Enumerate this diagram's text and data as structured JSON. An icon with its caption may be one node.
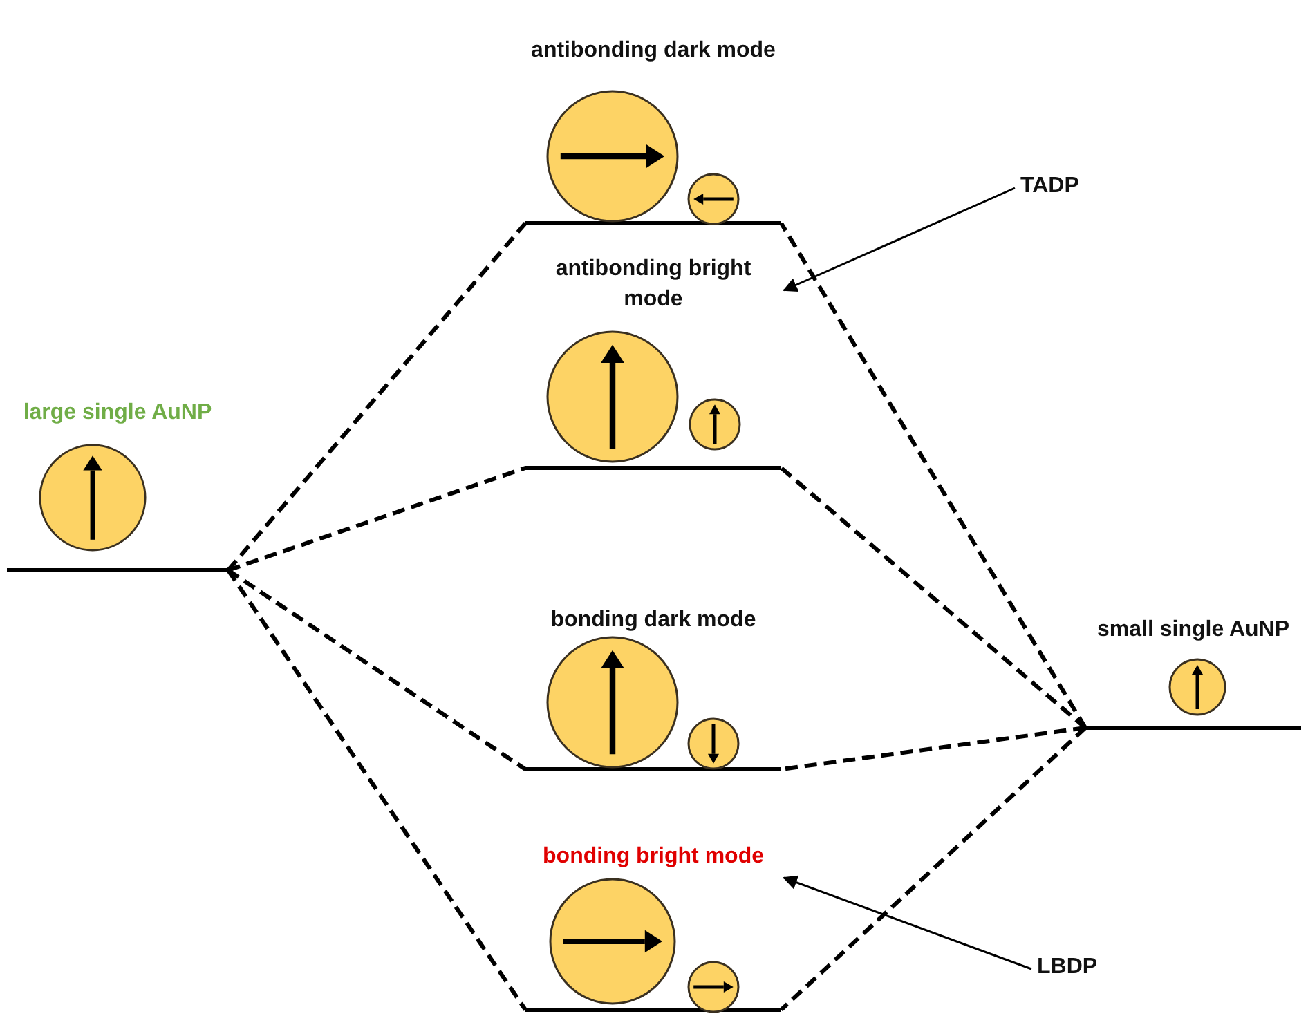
{
  "diagram": {
    "nodes": [
      {
        "text": [
          "large single AuNP"
        ]
      },
      {
        "text": [
          "antibonding dark mode"
        ]
      },
      {
        "text": [
          "antibonding bright mode"
        ]
      },
      {
        "text": [
          "bonding dark mode"
        ]
      },
      {
        "text": [
          "bonding bright mode"
        ]
      },
      {
        "text": [
          "small single AuNP"
        ]
      },
      {
        "text": [
          "TADP"
        ]
      },
      {
        "text": [
          "LBDP"
        ]
      }
    ],
    "edges": [
      {
        "from": 0,
        "to": 1,
        "arrow": "none",
        "style": "dashed"
      },
      {
        "from": 0,
        "to": 2,
        "arrow": "none",
        "style": "dashed"
      },
      {
        "from": 0,
        "to": 3,
        "arrow": "none",
        "style": "dashed"
      },
      {
        "from": 0,
        "to": 4,
        "arrow": "none",
        "style": "dashed"
      },
      {
        "from": 5,
        "to": 1,
        "arrow": "none",
        "style": "dashed"
      },
      {
        "from": 5,
        "to": 2,
        "arrow": "none",
        "style": "dashed"
      },
      {
        "from": 5,
        "to": 3,
        "arrow": "none",
        "style": "dashed"
      },
      {
        "from": 5,
        "to": 4,
        "arrow": "none",
        "style": "dashed"
      },
      {
        "from": 6,
        "to": 2,
        "arrow": "to"
      },
      {
        "from": 7,
        "to": 4,
        "arrow": "to"
      }
    ]
  }
}
